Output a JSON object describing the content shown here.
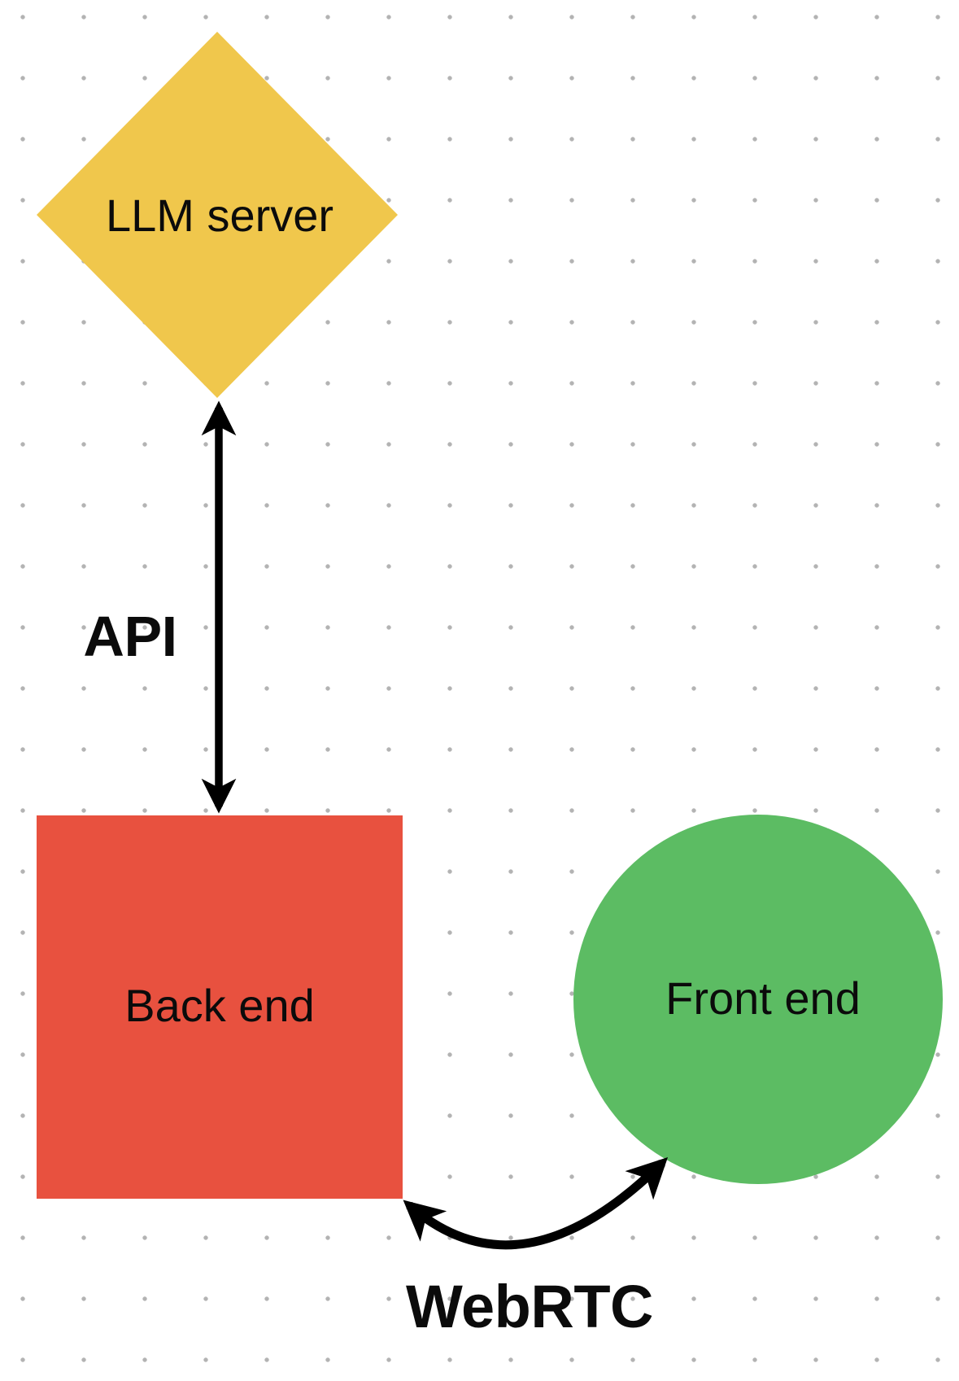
{
  "diagram": {
    "background": {
      "pattern": "dot-grid",
      "dot_color": "#B3B3B3",
      "bg_color": "#FFFFFF"
    },
    "nodes": [
      {
        "id": "llm-server",
        "shape": "diamond",
        "label": "LLM server",
        "color": "#F0C74C"
      },
      {
        "id": "back-end",
        "shape": "square",
        "label": "Back end",
        "color": "#E8513F"
      },
      {
        "id": "front-end",
        "shape": "circle",
        "label": "Front end",
        "color": "#5CBC63"
      }
    ],
    "edges": [
      {
        "id": "api",
        "from": "back-end",
        "to": "llm-server",
        "label": "API",
        "type": "straight-double-arrow",
        "color": "#000000"
      },
      {
        "id": "webrtc",
        "from": "back-end",
        "to": "front-end",
        "label": "WebRTC",
        "type": "curved-double-arrow",
        "color": "#000000"
      }
    ]
  }
}
